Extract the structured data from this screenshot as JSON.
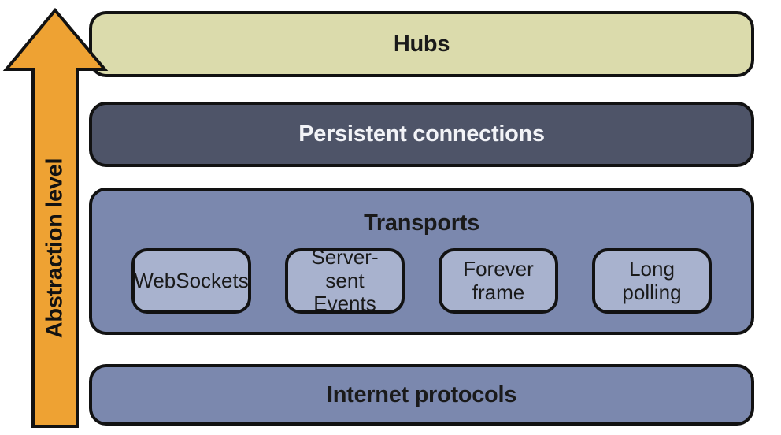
{
  "arrow": {
    "label": "Abstraction level"
  },
  "colors": {
    "background": "#FFFFFF",
    "outline": "#121212",
    "arrow_fill": "#EEA233",
    "hubs_bg": "#DBDBAC",
    "persistent_bg": "#4E5468",
    "persistent_text": "#F2F3F7",
    "transports_bg": "#7B88AE",
    "transport_item_bg": "#A8B2CE",
    "internet_bg": "#7B88AE",
    "dark_text": "#1A1A1A"
  },
  "layers": [
    {
      "id": "hubs",
      "label": "Hubs"
    },
    {
      "id": "persistent-connections",
      "label": "Persistent connections"
    },
    {
      "id": "transports",
      "label": "Transports",
      "children": [
        {
          "label": "WebSockets"
        },
        {
          "label": "Server-sent Events"
        },
        {
          "label": "Forever frame"
        },
        {
          "label": "Long polling"
        }
      ]
    },
    {
      "id": "internet-protocols",
      "label": "Internet protocols"
    }
  ]
}
